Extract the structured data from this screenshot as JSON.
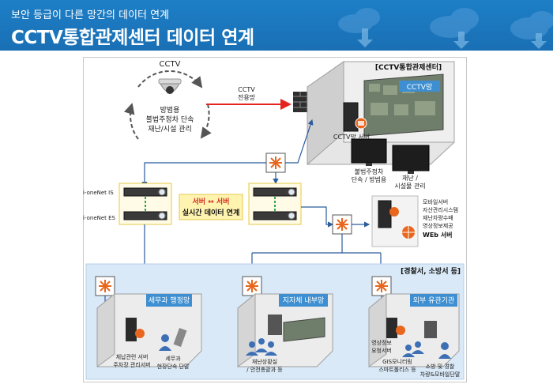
{
  "header": {
    "subtitle": "보안 등급이 다른 망간의 데이터 연계",
    "title": "CCTV통합관제센터 데이터 연계"
  },
  "cctv": {
    "label": "CCTV",
    "caption_line1": "방범용",
    "caption_line2": "불법주정차 단속",
    "caption_line3": "재난/시설 관리"
  },
  "link": {
    "line1": "CCTV",
    "line2": "전용망"
  },
  "center": {
    "title": "[CCTV통합관제센터]",
    "network_badge": "CCTV망",
    "server_label": "CCTV망 서버",
    "monitor1_line1": "불법주정차",
    "monitor1_line2": "단속 / 방범용",
    "monitor2_line1": "재난 /",
    "monitor2_line2": "시설물 관리"
  },
  "sync": {
    "is_label": "i-oneNet IS",
    "es_label": "i-oneNet ES",
    "line1": "서버 ↔ 서버",
    "line2": "실시간 데이터 연계"
  },
  "web": {
    "items": [
      "모바일서버",
      "자산관리시스템",
      "재난차량수배",
      "영상정보제공"
    ],
    "title": "WEb 서버"
  },
  "external": {
    "title": "[경찰서, 소방서 등]",
    "tax": {
      "badge": "세무과 행정망",
      "server_line1": "체납관련 서버",
      "server_line2": "주차장 관리서버",
      "users_line1": "세무과",
      "users_line2": "현장단속 단말"
    },
    "local": {
      "badge": "지자체 내부망",
      "caption_line1": "재난상황실",
      "caption_line2": "/ 안전총괄과 등"
    },
    "agency": {
      "badge": "외부 유관기관",
      "server_line1": "영상정보",
      "server_line2": "요청서버",
      "gis_line1": "GIS모니터링",
      "gis_line2": "스마트폴리스 등",
      "mobile_line1": "소방 및 경찰",
      "mobile_line2": "차량&모바일단말"
    }
  },
  "colors": {
    "header": "#1a6fb4",
    "accent_red": "#e52420",
    "badge_blue": "#3d8fd1",
    "panel_blue": "#d9e9f7",
    "sync_yellow": "#fff3b0",
    "green_link": "#2fa84f"
  }
}
